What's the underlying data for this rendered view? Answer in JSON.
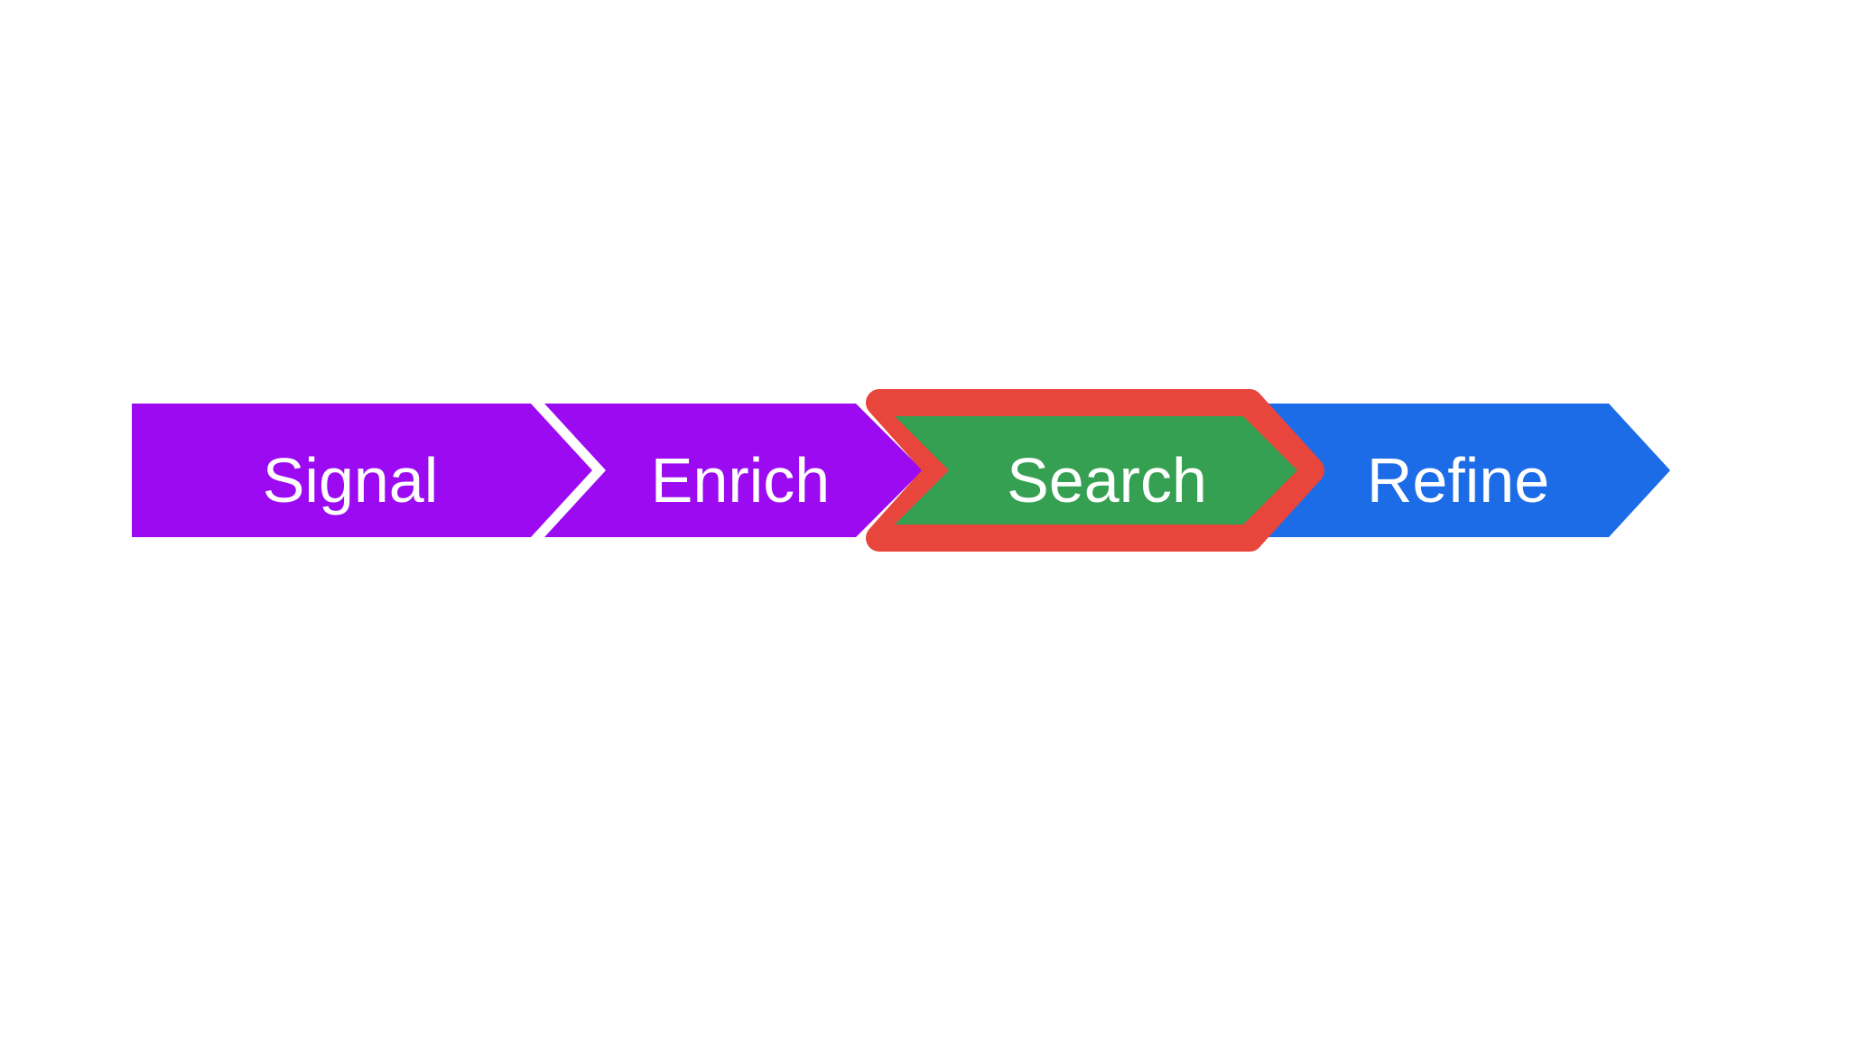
{
  "diagram": {
    "type": "process-flow-chevron",
    "background_color": "#ffffff",
    "separator_color": "#ffffff",
    "highlighted_stage": "Search",
    "highlight_color": "#e8453c",
    "stages": [
      {
        "label": "Signal",
        "color": "#9b0af0",
        "text_color": "#ffffff",
        "highlighted": false
      },
      {
        "label": "Enrich",
        "color": "#9b0af0",
        "text_color": "#ffffff",
        "highlighted": false
      },
      {
        "label": "Search",
        "color": "#35a052",
        "text_color": "#ffffff",
        "highlighted": true
      },
      {
        "label": "Refine",
        "color": "#1c6ce8",
        "text_color": "#ffffff",
        "highlighted": false
      }
    ]
  }
}
